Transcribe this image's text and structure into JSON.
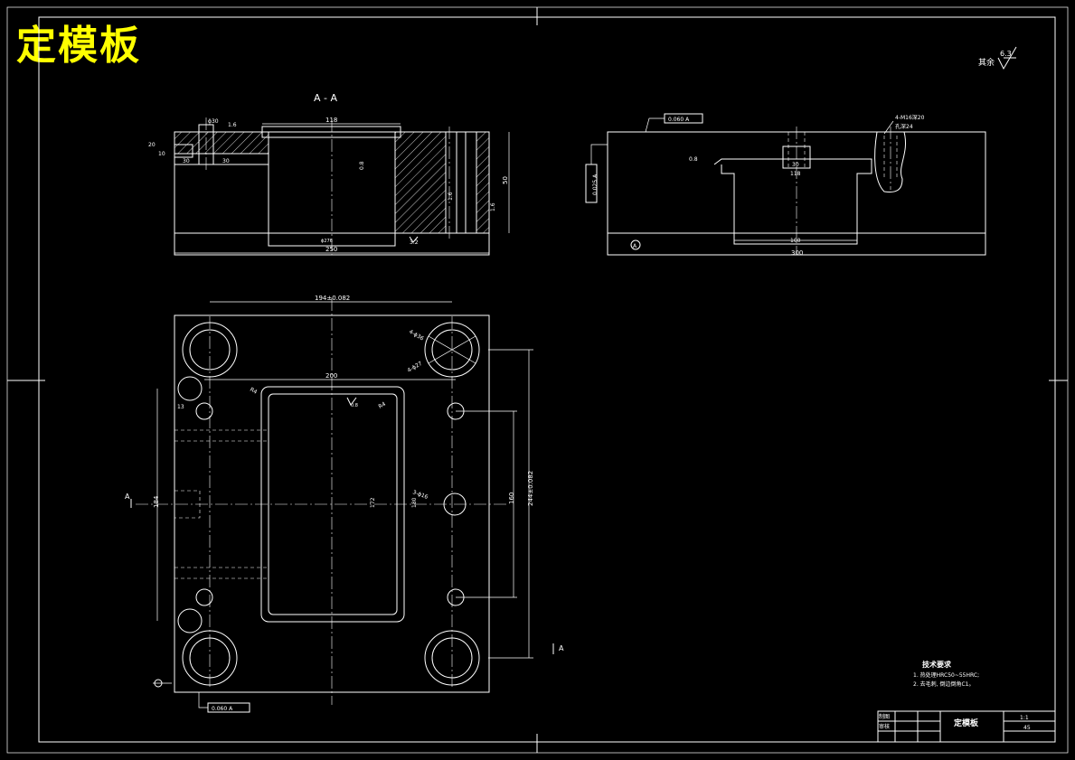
{
  "title": "定模板",
  "section_label": "A - A",
  "surface_finish": {
    "label": "其余",
    "value": "6.3"
  },
  "section_view": {
    "dim_width": "250",
    "dim_height": "50",
    "dim_top_pocket": "118",
    "dim_left_a": "20",
    "dim_left_b": "10",
    "dim_small": "30",
    "dim_phi": "ϕ30",
    "dim_bottom": "ϕ276",
    "roughness_a": "1.6",
    "roughness_b": "0.8",
    "roughness_c": "3.2",
    "roughness_d": "1.6",
    "roughness_e": "1.6"
  },
  "side_view": {
    "tol_top": "0.060 A",
    "tol_left": "0.025 A",
    "dim_width": "300",
    "dim_pocket_top": "118",
    "dim_pocket_bottom": "100",
    "dim_hole": "30",
    "roughness_a": "0.8",
    "note_thread": "4-M16深20",
    "note_thread_b": "孔深24",
    "datum": "A"
  },
  "plan_view": {
    "dim_top": "194±0.082",
    "dim_mid": "200",
    "dim_right": "244±0.082",
    "dim_right_inner": "160",
    "dim_left": "184",
    "dim_center": "172",
    "dim_center_b": "180",
    "dim_small_left": "13",
    "note_holes_a": "4-ϕ36",
    "note_holes_b": "4-ϕ27",
    "note_holes_c": "3-ϕ16",
    "radius_a": "R4",
    "radius_b": "R4",
    "roughness": "0.8",
    "section_mark": "A",
    "tol_bottom": "0.060 A"
  },
  "tech_req": {
    "heading": "技术要求",
    "items": [
      "1. 热处理HRC50~55HRC;",
      "2. 去毛刺, 倒边倒角C1。"
    ]
  },
  "title_block": {
    "name": "定模板",
    "scale": "1:1",
    "material": "45",
    "row1": "制图",
    "row2": "审核"
  }
}
